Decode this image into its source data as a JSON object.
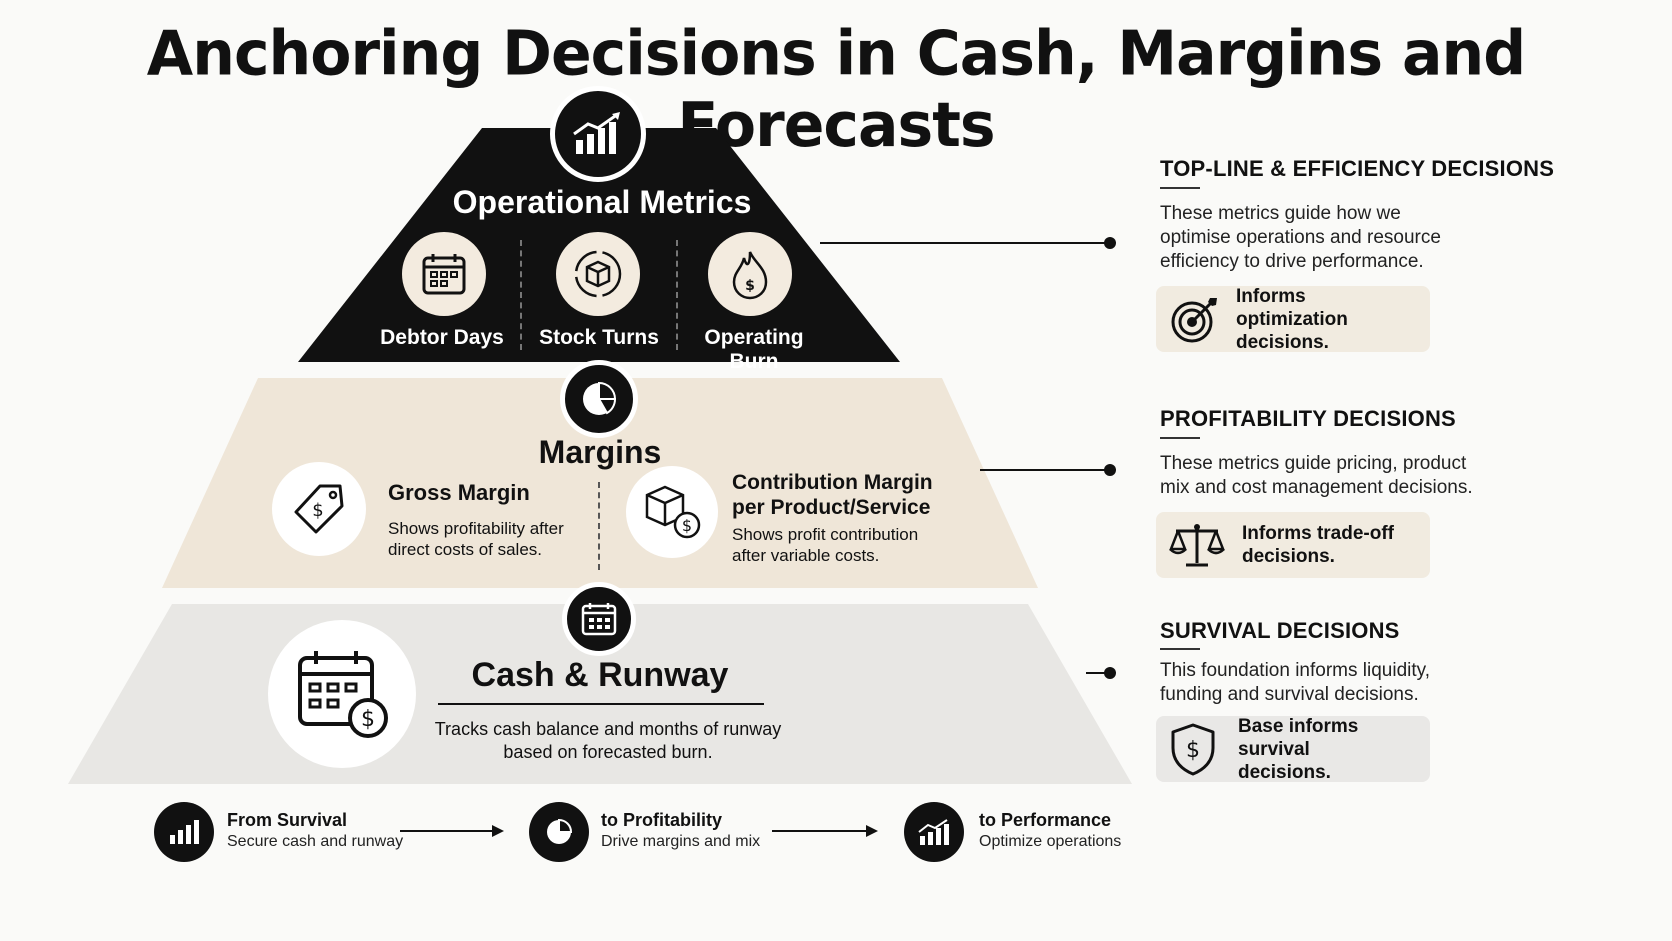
{
  "title": "Anchoring Decisions in Cash, Margins and Forecasts",
  "colors": {
    "top": "#111111",
    "middle": "#efe6d8",
    "base": "#e8e7e4",
    "pill_beige": "#f1ebe0",
    "pill_gray": "#e9e8e6"
  },
  "pyramid": {
    "top": {
      "heading": "Operational Metrics",
      "icon": "chart-growth-icon",
      "items": [
        {
          "label": "Debtor Days",
          "icon": "calendar-icon"
        },
        {
          "label": "Stock Turns",
          "icon": "box-cycle-icon"
        },
        {
          "label": "Operating Burn",
          "icon": "flame-dollar-icon"
        }
      ]
    },
    "middle": {
      "heading": "Margins",
      "icon": "pie-chart-icon",
      "items": [
        {
          "title": "Gross Margin",
          "desc": "Shows profitability after direct costs of sales.",
          "icon": "price-tag-dollar-icon"
        },
        {
          "title": "Contribution Margin per Product/Service",
          "desc": "Shows profit contribution after variable costs.",
          "icon": "box-dollar-icon"
        }
      ]
    },
    "base": {
      "heading": "Cash & Runway",
      "icon": "calendar-icon",
      "big_icon": "calendar-dollar-icon",
      "desc": "Tracks cash balance and months of runway based on forecasted burn."
    }
  },
  "side": [
    {
      "heading": "TOP-LINE & EFFICIENCY DECISIONS",
      "text": "These metrics guide how we optimise operations and resource efficiency to drive performance.",
      "pill": "Informs optimization decisions.",
      "icon": "target-icon"
    },
    {
      "heading": "PROFITABILITY DECISIONS",
      "text": "These metrics guide pricing, product mix and cost management decisions.",
      "pill": "Informs trade-off decisions.",
      "icon": "scales-icon"
    },
    {
      "heading": "SURVIVAL DECISIONS",
      "text": "This foundation informs liquidity, funding and survival decisions.",
      "pill": "Base informs survival decisions.",
      "icon": "shield-dollar-icon"
    }
  ],
  "flow": [
    {
      "title": "From Survival",
      "sub": "Secure cash and runway",
      "icon": "bar-chart-icon"
    },
    {
      "title": "to Profitability",
      "sub": "Drive margins and mix",
      "icon": "pie-chart-icon"
    },
    {
      "title": "to Performance",
      "sub": "Optimize operations",
      "icon": "chart-growth-icon"
    }
  ]
}
